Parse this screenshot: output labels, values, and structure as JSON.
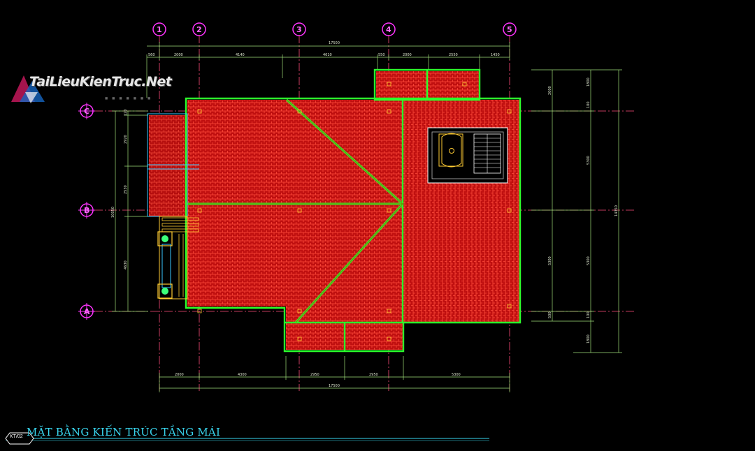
{
  "drawing": {
    "title": "MẶT BẰNG KIẾN TRÚC TẦNG MÁI",
    "sheet": "KT/02",
    "watermark": "TaiLieuKienTruc.Net",
    "watermark_sub": "■ ■ ■ ■ ■ ■ ■"
  },
  "grid": {
    "columns": [
      "1",
      "2",
      "3",
      "4",
      "5"
    ],
    "rows": [
      "C",
      "B",
      "A"
    ]
  },
  "dimensions": {
    "top_total": "17500",
    "top_segments": [
      "560",
      "2000",
      "4140",
      "4610",
      "550",
      "2000",
      "2550",
      "1450"
    ],
    "bottom_segments": [
      "2000",
      "4300",
      "2950",
      "2950",
      "5300"
    ],
    "bottom_total": "17500",
    "left_segments": [
      "120",
      "2920",
      "2530",
      "4630"
    ],
    "left_total": "10050",
    "right_inner": [
      "2000",
      "5300",
      "5300",
      "500"
    ],
    "right_mid": [
      "1800",
      "100",
      "5300",
      "5300",
      "100",
      "1800"
    ],
    "right_total": "14350"
  },
  "colors": {
    "roof": "#cc1111",
    "tile": "#ff3a2a",
    "outline": "#2cff2c",
    "grid": "#ff4d7a",
    "dim": "#9fe07a",
    "bubble": "#ff33ff"
  }
}
